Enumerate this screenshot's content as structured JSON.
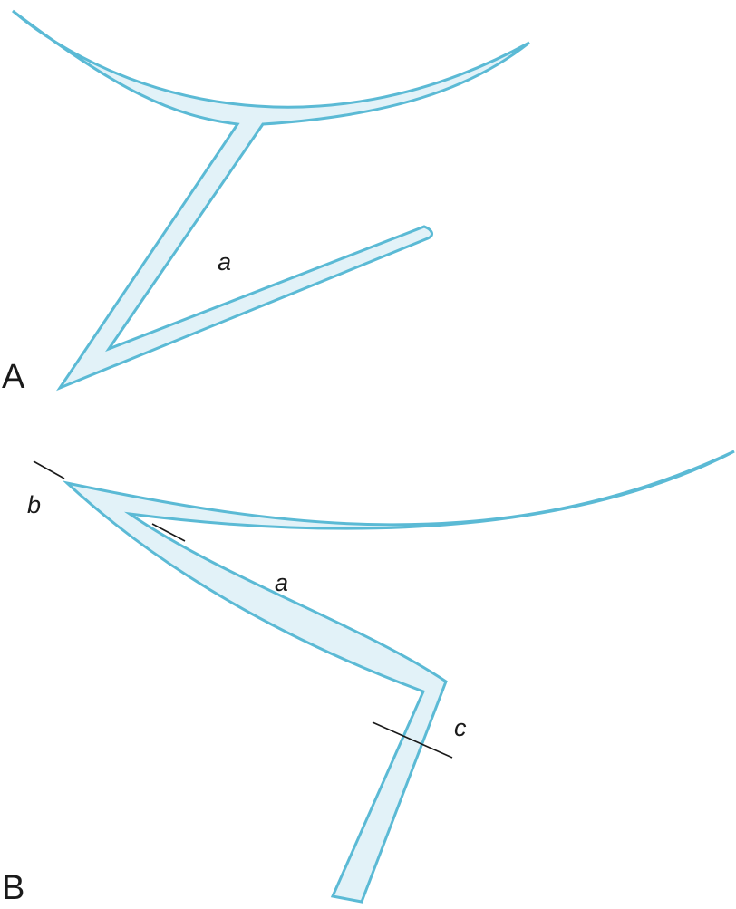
{
  "colors": {
    "stroke": "#5bbad5",
    "fill": "#e2f2f8",
    "text": "#1a1a1a"
  },
  "panels": [
    {
      "label": "A",
      "parts": [
        {
          "label": "a"
        }
      ]
    },
    {
      "label": "B",
      "parts": [
        {
          "label": "b"
        },
        {
          "label": "a"
        },
        {
          "label": "c"
        }
      ]
    }
  ]
}
